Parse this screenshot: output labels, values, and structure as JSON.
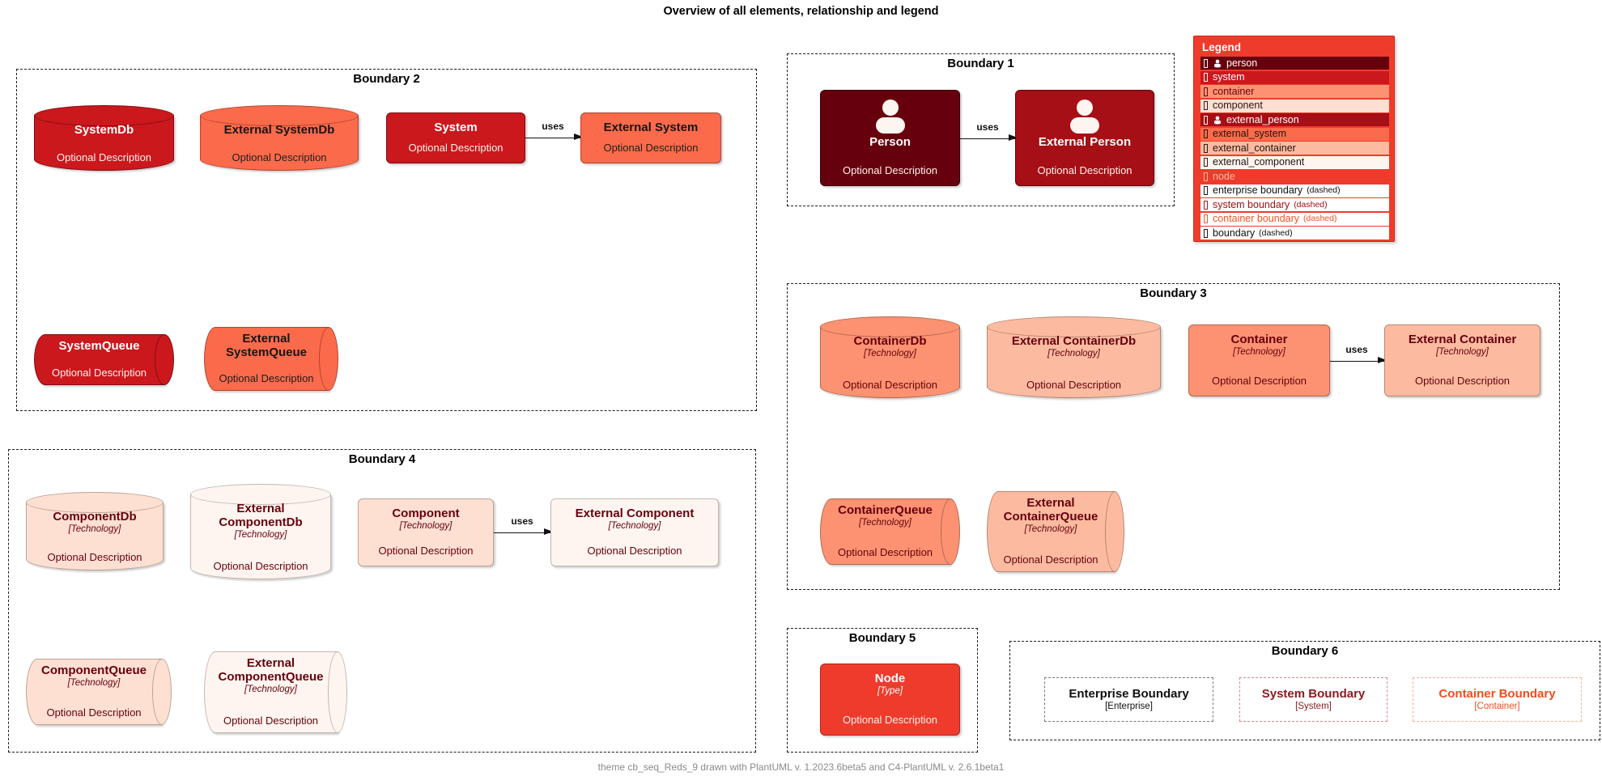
{
  "title": "Overview of all elements, relationship and legend",
  "footer": "theme cb_seq_Reds_9 drawn with PlantUML v. 1.2023.6beta5 and C4-PlantUML v. 2.6.1beta1",
  "rel": {
    "uses": "uses"
  },
  "boundaries": {
    "b1": {
      "label": "Boundary 1"
    },
    "b2": {
      "label": "Boundary 2"
    },
    "b3": {
      "label": "Boundary 3"
    },
    "b4": {
      "label": "Boundary 4"
    },
    "b5": {
      "label": "Boundary 5"
    },
    "b6": {
      "label": "Boundary 6"
    }
  },
  "inner_boundaries": {
    "enterprise": {
      "title": "Enterprise Boundary",
      "type": "[Enterprise]"
    },
    "system": {
      "title": "System Boundary",
      "type": "[System]"
    },
    "container": {
      "title": "Container Boundary",
      "type": "[Container]"
    }
  },
  "elements": {
    "person": {
      "title": "Person",
      "desc": "Optional Description"
    },
    "external_person": {
      "title": "External Person",
      "desc": "Optional Description"
    },
    "systemdb": {
      "title": "SystemDb",
      "desc": "Optional Description"
    },
    "external_systemdb": {
      "title": "External SystemDb",
      "desc": "Optional Description"
    },
    "system": {
      "title": "System",
      "desc": "Optional Description"
    },
    "external_system": {
      "title": "External System",
      "desc": "Optional Description"
    },
    "systemqueue": {
      "title": "SystemQueue",
      "desc": "Optional Description"
    },
    "external_systemqueue": {
      "title": "External SystemQueue",
      "desc": "Optional Description"
    },
    "containerdb": {
      "title": "ContainerDb",
      "tech": "[Technology]",
      "desc": "Optional Description"
    },
    "external_containerdb": {
      "title": "External ContainerDb",
      "tech": "[Technology]",
      "desc": "Optional Description"
    },
    "container": {
      "title": "Container",
      "tech": "[Technology]",
      "desc": "Optional Description"
    },
    "external_container": {
      "title": "External Container",
      "tech": "[Technology]",
      "desc": "Optional Description"
    },
    "containerqueue": {
      "title": "ContainerQueue",
      "tech": "[Technology]",
      "desc": "Optional Description"
    },
    "external_containerqueue": {
      "title": "External ContainerQueue",
      "tech": "[Technology]",
      "desc": "Optional Description"
    },
    "componentdb": {
      "title": "ComponentDb",
      "tech": "[Technology]",
      "desc": "Optional Description"
    },
    "external_componentdb": {
      "title": "External ComponentDb",
      "tech": "[Technology]",
      "desc": "Optional Description"
    },
    "component": {
      "title": "Component",
      "tech": "[Technology]",
      "desc": "Optional Description"
    },
    "external_component": {
      "title": "External Component",
      "tech": "[Technology]",
      "desc": "Optional Description"
    },
    "componentqueue": {
      "title": "ComponentQueue",
      "tech": "[Technology]",
      "desc": "Optional Description"
    },
    "external_componentqueue": {
      "title": "External ComponentQueue",
      "tech": "[Technology]",
      "desc": "Optional Description"
    },
    "node": {
      "title": "Node",
      "tech": "[Type]",
      "desc": "Optional Description"
    }
  },
  "legend": {
    "title": "Legend",
    "rows": [
      {
        "label": "person",
        "bg": "#67000d",
        "color": "#ffffff",
        "icon": true
      },
      {
        "label": "system",
        "bg": "#cb181d",
        "color": "#ffffff"
      },
      {
        "label": "container",
        "bg": "#fc9272",
        "color": "#67000d"
      },
      {
        "label": "component",
        "bg": "#fee0d2",
        "color": "#2a1410"
      },
      {
        "label": "external_person",
        "bg": "#a50f15",
        "color": "#ffffff",
        "icon": true
      },
      {
        "label": "external_system",
        "bg": "#fb6a4a",
        "color": "#1f1410"
      },
      {
        "label": "external_container",
        "bg": "#fcbba1",
        "color": "#1f1410"
      },
      {
        "label": "external_component",
        "bg": "#fff5f0",
        "color": "#1f1410"
      },
      {
        "label": "node",
        "bg": "#ef3b2c",
        "color": "#fcbba1"
      },
      {
        "label": "enterprise boundary",
        "suffix": "(dashed)",
        "bg": "#ffffff",
        "color": "#101010"
      },
      {
        "label": "system boundary",
        "suffix": "(dashed)",
        "bg": "#ffffff",
        "color": "#a50f15"
      },
      {
        "label": "container boundary",
        "suffix": "(dashed)",
        "bg": "#ffffff",
        "color": "#f4511e"
      },
      {
        "label": "boundary",
        "suffix": "(dashed)",
        "bg": "#ffffff",
        "color": "#101010"
      }
    ]
  },
  "colors": {
    "person": "#67000d",
    "external_person": "#a50f15",
    "system": "#cb181d",
    "external_system": "#fb6a4a",
    "container": "#fc9272",
    "external_container": "#fcbba1",
    "component": "#fee0d2",
    "external_component": "#fff5f0",
    "node": "#ef3b2c",
    "legend_background": "#ef3b2c",
    "boundary_line": "#1d1d1d",
    "footer_text": "#8a8a8a"
  }
}
